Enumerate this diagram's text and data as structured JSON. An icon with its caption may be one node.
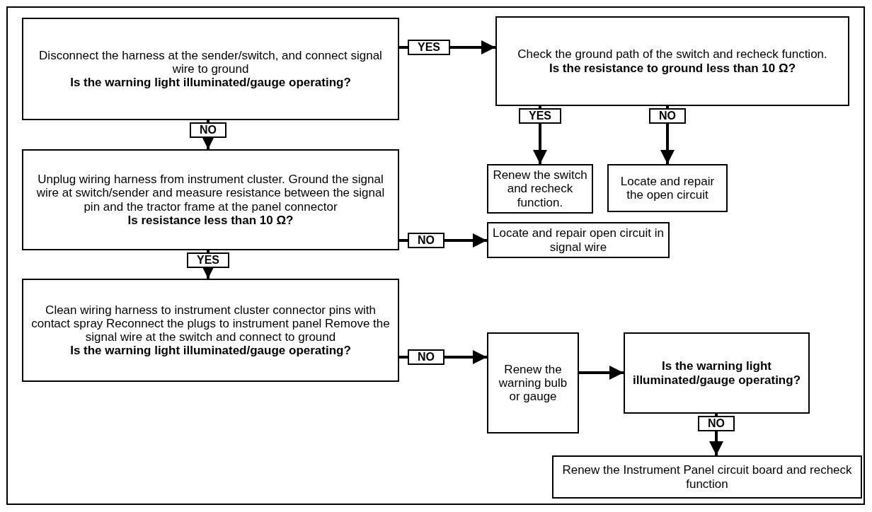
{
  "diagram": {
    "nodes": [
      {
        "text": [
          "Disconnect the harness at the sender/switch, and connect signal wire to ground",
          "Is the warning light illuminated/gauge operating?"
        ]
      },
      {
        "text": [
          "Check the ground path of the switch and recheck function.",
          "Is the resistance to ground less than 10 Ω?"
        ]
      },
      {
        "text": [
          "Renew the switch and recheck function."
        ]
      },
      {
        "text": [
          "Locate and repair the open circuit"
        ]
      },
      {
        "text": [
          "Unplug wiring harness from instrument cluster. Ground the signal wire at switch/sender and measure resistance between the signal pin and the tractor frame at the panel connector",
          "Is resistance less than 10 Ω?"
        ]
      },
      {
        "text": [
          "Locate and repair open circuit in signal wire"
        ]
      },
      {
        "text": [
          "Clean wiring harness to instrument cluster connector pins with contact spray Reconnect the plugs to instrument panel Remove the signal wire at the switch and connect to ground",
          "Is the warning light illuminated/gauge operating?"
        ]
      },
      {
        "text": [
          "Renew the warning bulb or gauge"
        ]
      },
      {
        "text": [
          "Is the warning light illuminated/gauge operating?"
        ]
      },
      {
        "text": [
          "Renew the Instrument Panel circuit board and recheck function"
        ]
      }
    ],
    "edges": [
      {
        "from": 0,
        "to": 1,
        "arrow": "to",
        "label": "YES"
      },
      {
        "from": 0,
        "to": 4,
        "arrow": "to",
        "label": "NO"
      },
      {
        "from": 1,
        "to": 2,
        "arrow": "to",
        "label": "YES"
      },
      {
        "from": 1,
        "to": 3,
        "arrow": "to",
        "label": "NO"
      },
      {
        "from": 4,
        "to": 5,
        "arrow": "to",
        "label": "NO"
      },
      {
        "from": 4,
        "to": 6,
        "arrow": "to",
        "label": "YES"
      },
      {
        "from": 6,
        "to": 7,
        "arrow": "to",
        "label": "NO"
      },
      {
        "from": 7,
        "to": 8,
        "arrow": "to"
      },
      {
        "from": 8,
        "to": 9,
        "arrow": "to",
        "label": "NO"
      }
    ]
  }
}
